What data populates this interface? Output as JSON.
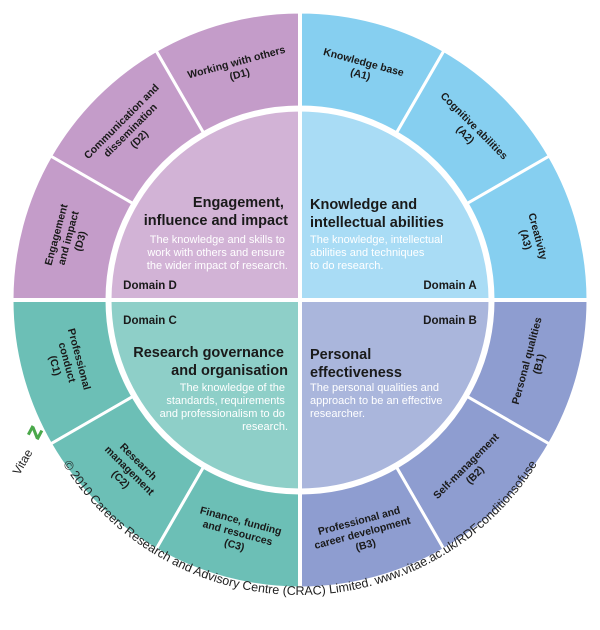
{
  "colors": {
    "domain_a": "#a9dcf5",
    "domain_b": "#aab6dc",
    "domain_c": "#8ecfc8",
    "domain_d": "#d2b3d6",
    "ring_a": "#86cff0",
    "ring_b": "#8e9dd0",
    "ring_c": "#6cbfb6",
    "ring_d": "#c49cc9",
    "logo_green": "#4aa84a"
  },
  "domains": {
    "a": {
      "tag": "Domain A",
      "title_lines": [
        "Knowledge and",
        "intellectual abilities"
      ],
      "desc_lines": [
        "The knowledge, intellectual",
        "abilities and techniques",
        "to do research."
      ]
    },
    "b": {
      "tag": "Domain B",
      "title_lines": [
        "Personal",
        "effectiveness"
      ],
      "desc_lines": [
        "The personal qualities and",
        "approach to be an effective",
        "researcher."
      ]
    },
    "c": {
      "tag": "Domain C",
      "title_lines": [
        "Research governance",
        "and organisation"
      ],
      "desc_lines": [
        "The knowledge of the",
        "standards, requirements",
        "and professionalism to do",
        "research."
      ]
    },
    "d": {
      "tag": "Domain D",
      "title_lines": [
        "Engagement,",
        "influence and impact"
      ],
      "desc_lines": [
        "The knowledge and skills to",
        "work with others and ensure",
        "the wider impact of research."
      ]
    }
  },
  "sub_domains": {
    "a1": [
      "Knowledge base",
      "(A1)"
    ],
    "a2": [
      "Cognitive abilities",
      "(A2)"
    ],
    "a3": [
      "Creativity",
      "(A3)"
    ],
    "b1": [
      "Personal qualities",
      "(B1)"
    ],
    "b2": [
      "Self-management",
      "(B2)"
    ],
    "b3": [
      "Professional and",
      "career development",
      "(B3)"
    ],
    "c1": [
      "Professional",
      "conduct",
      "(C1)"
    ],
    "c2": [
      "Research",
      "management",
      "(C2)"
    ],
    "c3": [
      "Finance, funding",
      "and resources",
      "(C3)"
    ],
    "d1": [
      "Working with others",
      "(D1)"
    ],
    "d2": [
      "Communication and",
      "dissemination",
      "(D2)"
    ],
    "d3": [
      "Engagement",
      "and impact",
      "(D3)"
    ]
  },
  "footer": {
    "copyright": "© 2010 Careers Research and Advisory Centre (CRAC) Limited. www.vitae.ac.uk/RDFconditionsofuse",
    "brand": "Vitae",
    "logo_icon": "vitae-logo-icon"
  }
}
